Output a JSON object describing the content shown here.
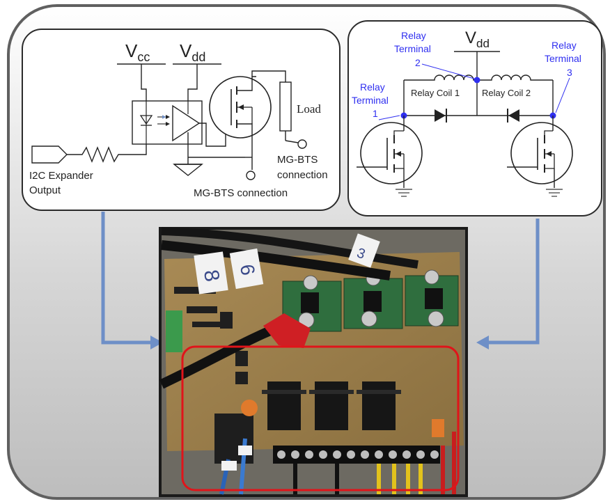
{
  "left_circuit": {
    "vcc_main": "V",
    "vcc_sub": "cc",
    "vdd_main": "V",
    "vdd_sub": "dd",
    "load_label": "Load",
    "input_label_line1": "I2C Expander",
    "input_label_line2": "Output",
    "mg_bts_label_right_line1": "MG-BTS",
    "mg_bts_label_right_line2": "connection",
    "mg_bts_label_bottom": "MG-BTS connection"
  },
  "right_circuit": {
    "vdd_main": "V",
    "vdd_sub": "dd",
    "coil1_label": "Relay Coil 1",
    "coil2_label": "Relay Coil 2",
    "terminal1_line1": "Relay",
    "terminal1_line2": "Terminal",
    "terminal1_line3": "1",
    "terminal2_line1": "Relay",
    "terminal2_line2": "Terminal",
    "terminal2_line3": "2",
    "terminal3_line1": "Relay",
    "terminal3_line2": "Terminal",
    "terminal3_line3": "3"
  },
  "photo": {
    "tag_left": "8",
    "tag_middle": "6",
    "tag_right": "3"
  },
  "colors": {
    "panel_border": "#606060",
    "arrow": "#6e8fc7",
    "terminal_text": "#2f2ff0",
    "highlight_box": "#e0141a"
  }
}
